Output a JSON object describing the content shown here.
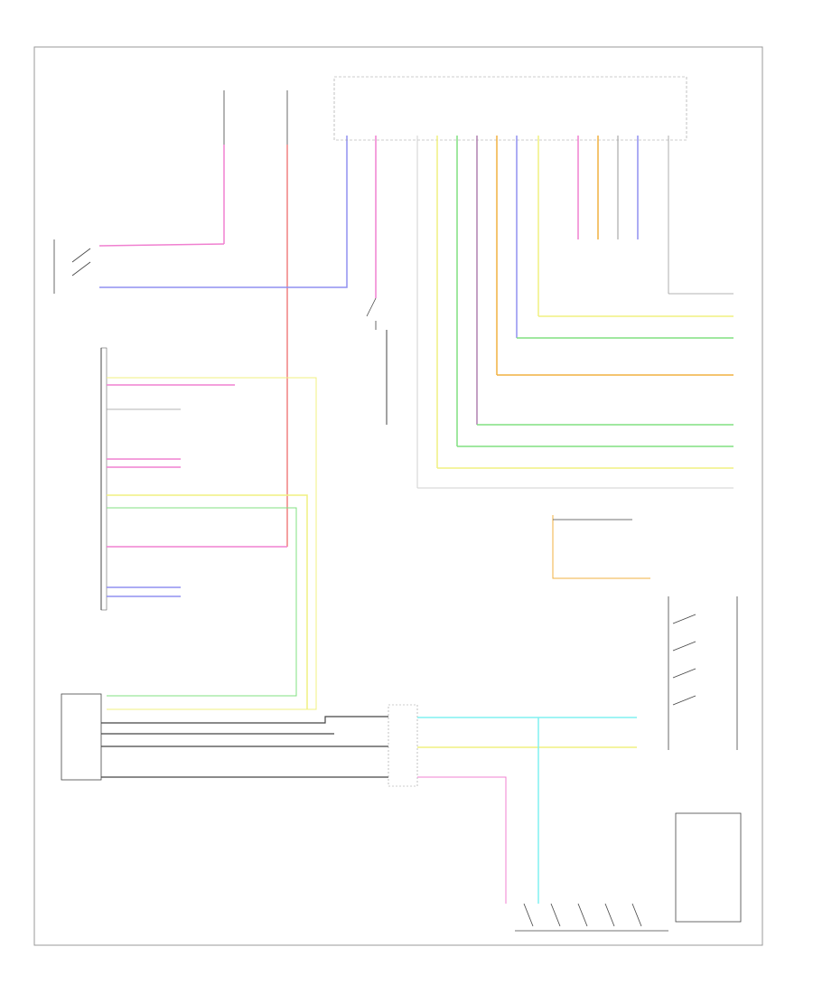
{
  "page_label": "",
  "colors": {
    "frame": "#9a9a9a",
    "wire_black": "#444444",
    "pink": "#f080d0",
    "red": "#f08080",
    "violet": "#9090f0",
    "yellow": "#f0f080",
    "green": "#80e080",
    "orange": "#f0b040",
    "cyan": "#80f0f0",
    "gray": "#b0b0b0"
  },
  "icons": [
    "ground-symbol",
    "switch-contact",
    "connector-pin",
    "splice-dot"
  ]
}
